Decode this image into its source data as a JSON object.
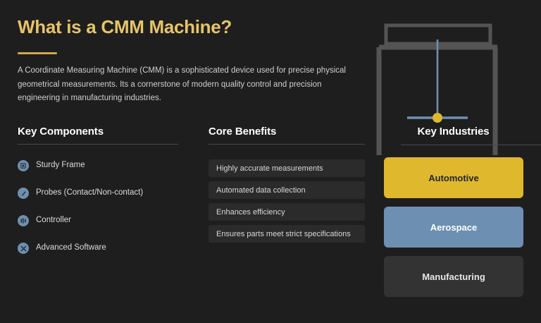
{
  "title": "What is a CMM Machine?",
  "intro": "A Coordinate Measuring Machine (CMM) is a sophisticated device used for precise physical geometrical measurements. Its a cornerstone of modern quality control and precision engineering in manufacturing industries.",
  "components": {
    "heading": "Key Components",
    "items": [
      {
        "label": "Sturdy Frame",
        "icon": "frame-icon"
      },
      {
        "label": "Probes (Contact/Non-contact)",
        "icon": "probe-icon"
      },
      {
        "label": "Controller",
        "icon": "controller-icon"
      },
      {
        "label": "Advanced Software",
        "icon": "software-icon"
      }
    ]
  },
  "benefits": {
    "heading": "Core Benefits",
    "items": [
      "Highly accurate measurements",
      "Automated data collection",
      "Enhances efficiency",
      "Ensures parts meet strict specifications"
    ]
  },
  "industries": {
    "heading": "Key Industries",
    "items": [
      {
        "label": "Automotive",
        "color": "#e0b82e"
      },
      {
        "label": "Aerospace",
        "color": "#6d90b2"
      },
      {
        "label": "Manufacturing",
        "color": "#333333"
      }
    ]
  },
  "illustration": {
    "name": "cmm-machine-diagram",
    "frame_color": "#545454",
    "arm_color": "#6d90b2",
    "probe_tip_color": "#e0b82e"
  },
  "colors": {
    "background": "#1e1e1e",
    "title_gold": "#e6c468",
    "accent_rule": "#cfa94a",
    "pill_background": "#2b2b2b",
    "icon_blue": "#6f8fae"
  }
}
